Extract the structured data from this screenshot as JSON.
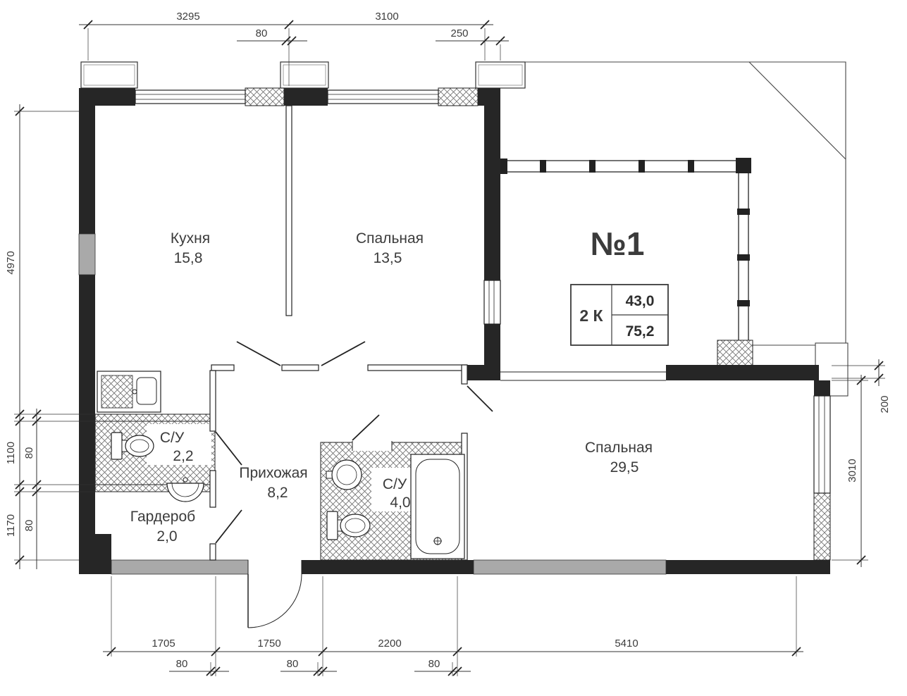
{
  "plan": {
    "number_label": "№1",
    "info": {
      "type": "2 К",
      "area1": "43,0",
      "area2": "75,2"
    },
    "rooms": {
      "kitchen": {
        "name": "Кухня",
        "area": "15,8"
      },
      "bedroom1": {
        "name": "Спальная",
        "area": "13,5"
      },
      "bedroom2": {
        "name": "Спальная",
        "area": "29,5"
      },
      "hallway": {
        "name": "Прихожая",
        "area": "8,2"
      },
      "wc1": {
        "name": "С/У",
        "area": "2,2"
      },
      "wc2": {
        "name": "С/У",
        "area": "4,0"
      },
      "wardrobe": {
        "name": "Гардероб",
        "area": "2,0"
      }
    },
    "dims": {
      "top1": "3295",
      "top80": "80",
      "top2": "3100",
      "top250": "250",
      "left1": "4970",
      "left2": "1100",
      "left2w": "80",
      "left3": "1170",
      "left3w": "80",
      "right200": "200",
      "right3010": "3010",
      "bottom1": "1705",
      "bottom2": "1750",
      "bottom3": "2200",
      "bottom4": "5410",
      "b80a": "80",
      "b80b": "80",
      "b80c": "80"
    },
    "colors": {
      "accent_red": "#cf2127",
      "wall_dark": "#262626",
      "wall_gray": "#a9a9a9"
    }
  }
}
